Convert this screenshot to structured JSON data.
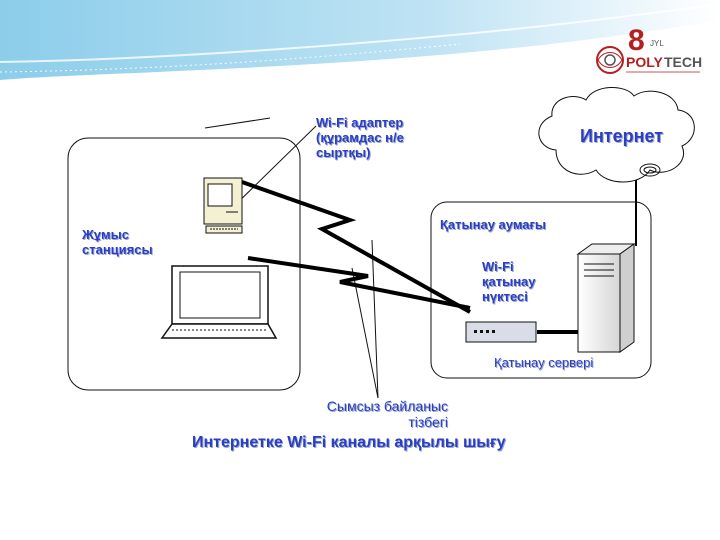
{
  "slide": {
    "title": "Интернетке Wi-Fi каналы арқылы шығу"
  },
  "logo": {
    "number": "8",
    "sub": "JYL",
    "brand_a": "POLY",
    "brand_b": "TECH"
  },
  "labels": {
    "wifi_adapter": "Wi-Fi адаптер\n(құрамдас н/е\nсыртқы)",
    "workstation": "Жұмыс\nстанциясы",
    "internet": "Интернет",
    "access_zone": "Қатынау аумағы",
    "access_point": "Wi-Fi\nқатынау\nнүктесі",
    "access_server": "Қатынау сервері",
    "wireless_link": "Сымсыз байланыс\nтізбегі"
  },
  "colors": {
    "label_text": "#2b3fbf",
    "logo_red": "#b4201f",
    "logo_gray": "#555555",
    "header_blue": "#7ec4e6"
  }
}
